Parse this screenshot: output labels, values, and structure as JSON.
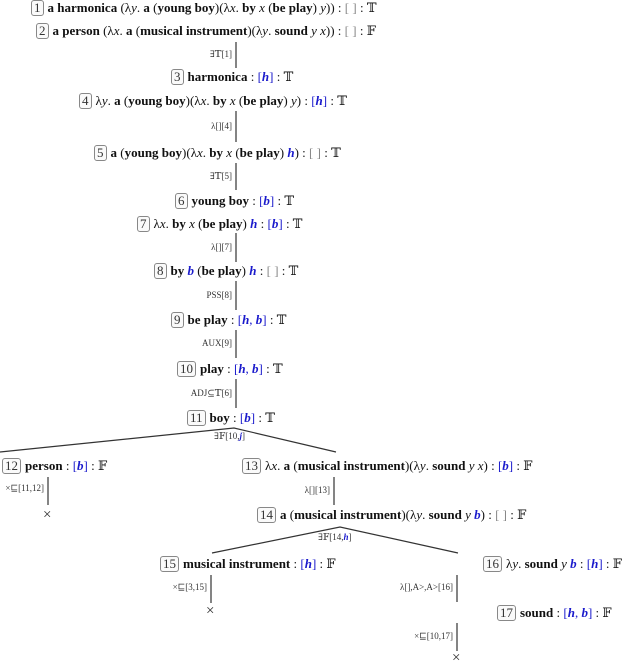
{
  "nodes": [
    {
      "id": "1",
      "segs": [
        [
          "b",
          "a harmonica "
        ],
        [
          "r",
          " (λ"
        ],
        [
          "m",
          "y"
        ],
        [
          "r",
          ". "
        ],
        [
          "b",
          "a "
        ],
        [
          "r",
          "("
        ],
        [
          "b",
          "young boy"
        ],
        [
          "r",
          ")(λ"
        ],
        [
          "m",
          "x"
        ],
        [
          "r",
          ". "
        ],
        [
          "b",
          "by "
        ],
        [
          "m",
          "x "
        ],
        [
          "r",
          "("
        ],
        [
          "b",
          "be play"
        ],
        [
          "r",
          ") "
        ],
        [
          "m",
          "y"
        ],
        [
          "r",
          "))"
        ],
        [
          "r",
          " : "
        ],
        [
          "g",
          "[ ]"
        ],
        [
          "r",
          " : 𝕋"
        ]
      ]
    },
    {
      "id": "2",
      "segs": [
        [
          "b",
          "a person "
        ],
        [
          "r",
          " (λ"
        ],
        [
          "m",
          "x"
        ],
        [
          "r",
          ". "
        ],
        [
          "b",
          "a "
        ],
        [
          "r",
          "("
        ],
        [
          "b",
          "musical instrument"
        ],
        [
          "r",
          ")(λ"
        ],
        [
          "m",
          "y"
        ],
        [
          "r",
          ". "
        ],
        [
          "b",
          "sound "
        ],
        [
          "m",
          "y x"
        ],
        [
          "r",
          "))"
        ],
        [
          "r",
          " : "
        ],
        [
          "g",
          "[ ]"
        ],
        [
          "r",
          " : 𝔽"
        ]
      ]
    },
    {
      "id": "3",
      "segs": [
        [
          "b",
          "harmonica"
        ],
        [
          "r",
          " : "
        ],
        [
          "c",
          "["
        ],
        [
          "v",
          "h"
        ],
        [
          "c",
          "]"
        ],
        [
          "r",
          " : 𝕋"
        ]
      ]
    },
    {
      "id": "4",
      "segs": [
        [
          "r",
          "λ"
        ],
        [
          "m",
          "y"
        ],
        [
          "r",
          ". "
        ],
        [
          "b",
          "a "
        ],
        [
          "r",
          "("
        ],
        [
          "b",
          "young boy"
        ],
        [
          "r",
          ")(λ"
        ],
        [
          "m",
          "x"
        ],
        [
          "r",
          ". "
        ],
        [
          "b",
          "by "
        ],
        [
          "m",
          "x "
        ],
        [
          "r",
          "("
        ],
        [
          "b",
          "be play"
        ],
        [
          "r",
          ") "
        ],
        [
          "m",
          "y"
        ],
        [
          "r",
          ")"
        ],
        [
          "r",
          " : "
        ],
        [
          "c",
          "["
        ],
        [
          "v",
          "h"
        ],
        [
          "c",
          "]"
        ],
        [
          "r",
          " : 𝕋"
        ]
      ]
    },
    {
      "id": "5",
      "segs": [
        [
          "b",
          "a "
        ],
        [
          "r",
          "("
        ],
        [
          "b",
          "young boy"
        ],
        [
          "r",
          ")(λ"
        ],
        [
          "m",
          "x"
        ],
        [
          "r",
          ". "
        ],
        [
          "b",
          "by "
        ],
        [
          "m",
          "x "
        ],
        [
          "r",
          "("
        ],
        [
          "b",
          "be play"
        ],
        [
          "r",
          ") "
        ],
        [
          "v",
          "h"
        ],
        [
          "r",
          ")"
        ],
        [
          "r",
          " : "
        ],
        [
          "g",
          "[ ]"
        ],
        [
          "r",
          " : 𝕋"
        ]
      ]
    },
    {
      "id": "6",
      "segs": [
        [
          "b",
          "young boy"
        ],
        [
          "r",
          " : "
        ],
        [
          "c",
          "["
        ],
        [
          "v",
          "b"
        ],
        [
          "c",
          "]"
        ],
        [
          "r",
          " : 𝕋"
        ]
      ]
    },
    {
      "id": "7",
      "segs": [
        [
          "r",
          "λ"
        ],
        [
          "m",
          "x"
        ],
        [
          "r",
          ". "
        ],
        [
          "b",
          "by "
        ],
        [
          "m",
          "x "
        ],
        [
          "r",
          "("
        ],
        [
          "b",
          "be play"
        ],
        [
          "r",
          ")  "
        ],
        [
          "v",
          "h"
        ],
        [
          "r",
          " : "
        ],
        [
          "c",
          "["
        ],
        [
          "v",
          "b"
        ],
        [
          "c",
          "]"
        ],
        [
          "r",
          " : 𝕋"
        ]
      ]
    },
    {
      "id": "8",
      "segs": [
        [
          "b",
          "by "
        ],
        [
          "v",
          "b "
        ],
        [
          "r",
          "("
        ],
        [
          "b",
          "be play"
        ],
        [
          "r",
          ") "
        ],
        [
          "v",
          "h"
        ],
        [
          "r",
          " : "
        ],
        [
          "g",
          "[ ]"
        ],
        [
          "r",
          " : 𝕋"
        ]
      ]
    },
    {
      "id": "9",
      "segs": [
        [
          "b",
          "be play"
        ],
        [
          "r",
          " : "
        ],
        [
          "c",
          "["
        ],
        [
          "v",
          "h"
        ],
        [
          "c",
          ", "
        ],
        [
          "v",
          "b"
        ],
        [
          "c",
          "]"
        ],
        [
          "r",
          " : 𝕋"
        ]
      ]
    },
    {
      "id": "10",
      "segs": [
        [
          "b",
          "play"
        ],
        [
          "r",
          " : "
        ],
        [
          "c",
          "["
        ],
        [
          "v",
          "h"
        ],
        [
          "c",
          ", "
        ],
        [
          "v",
          "b"
        ],
        [
          "c",
          "]"
        ],
        [
          "r",
          " : 𝕋"
        ]
      ]
    },
    {
      "id": "11",
      "segs": [
        [
          "b",
          "boy"
        ],
        [
          "r",
          " : "
        ],
        [
          "c",
          "["
        ],
        [
          "v",
          "b"
        ],
        [
          "c",
          "]"
        ],
        [
          "r",
          " : 𝕋"
        ]
      ]
    },
    {
      "id": "12",
      "segs": [
        [
          "b",
          "person"
        ],
        [
          "r",
          " : "
        ],
        [
          "c",
          "["
        ],
        [
          "v",
          "b"
        ],
        [
          "c",
          "]"
        ],
        [
          "r",
          " : 𝔽"
        ]
      ]
    },
    {
      "id": "13",
      "segs": [
        [
          "r",
          "λ"
        ],
        [
          "m",
          "x"
        ],
        [
          "r",
          ". "
        ],
        [
          "b",
          "a "
        ],
        [
          "r",
          "("
        ],
        [
          "b",
          "musical instrument"
        ],
        [
          "r",
          ")(λ"
        ],
        [
          "m",
          "y"
        ],
        [
          "r",
          ". "
        ],
        [
          "b",
          "sound "
        ],
        [
          "m",
          "y x"
        ],
        [
          "r",
          ")"
        ],
        [
          "r",
          " : "
        ],
        [
          "c",
          "["
        ],
        [
          "v",
          "b"
        ],
        [
          "c",
          "]"
        ],
        [
          "r",
          " : 𝔽"
        ]
      ]
    },
    {
      "id": "14",
      "segs": [
        [
          "b",
          "a "
        ],
        [
          "r",
          "("
        ],
        [
          "b",
          "musical instrument"
        ],
        [
          "r",
          ")(λ"
        ],
        [
          "m",
          "y"
        ],
        [
          "r",
          ". "
        ],
        [
          "b",
          "sound "
        ],
        [
          "m",
          "y "
        ],
        [
          "v",
          "b"
        ],
        [
          "r",
          ")"
        ],
        [
          "r",
          " : "
        ],
        [
          "g",
          "[ ]"
        ],
        [
          "r",
          " : 𝔽"
        ]
      ]
    },
    {
      "id": "15",
      "segs": [
        [
          "b",
          "musical instrument"
        ],
        [
          "r",
          " : "
        ],
        [
          "c",
          "["
        ],
        [
          "v",
          "h"
        ],
        [
          "c",
          "]"
        ],
        [
          "r",
          " : 𝔽"
        ]
      ]
    },
    {
      "id": "16",
      "segs": [
        [
          "r",
          "λ"
        ],
        [
          "m",
          "y"
        ],
        [
          "r",
          ". "
        ],
        [
          "b",
          "sound "
        ],
        [
          "m",
          "y "
        ],
        [
          "v",
          "b"
        ],
        [
          "r",
          " : "
        ],
        [
          "c",
          "["
        ],
        [
          "v",
          "h"
        ],
        [
          "c",
          "]"
        ],
        [
          "r",
          " : 𝔽"
        ]
      ]
    },
    {
      "id": "17",
      "segs": [
        [
          "b",
          "sound"
        ],
        [
          "r",
          " : "
        ],
        [
          "c",
          "["
        ],
        [
          "v",
          "h"
        ],
        [
          "c",
          ", "
        ],
        [
          "v",
          "b"
        ],
        [
          "c",
          "]"
        ],
        [
          "r",
          " : 𝔽"
        ]
      ]
    }
  ],
  "rules": [
    {
      "label": "∃𝕋[1]"
    },
    {
      "label": "λ[][4]"
    },
    {
      "label": "∃𝕋[5]"
    },
    {
      "label": "λ[][7]"
    },
    {
      "label": "PSS[8]"
    },
    {
      "label": "AUX[9]"
    },
    {
      "label": "ADJ⊆𝕋[6]"
    },
    {
      "label": "∃𝔽[10,",
      "var": "j",
      "end": "]"
    },
    {
      "label": "×⊑[11,12]"
    },
    {
      "label": "λ[][13]"
    },
    {
      "label": "∃𝔽[14,",
      "var": "h",
      "end": "]"
    },
    {
      "label": "×⊑[3,15]"
    },
    {
      "label": "λ[],A>,A>[16]"
    },
    {
      "label": "×⊑[10,17]"
    }
  ],
  "closed_mark": "×",
  "colors": {
    "entity": "#1a1acc",
    "box_border": "#888888"
  }
}
